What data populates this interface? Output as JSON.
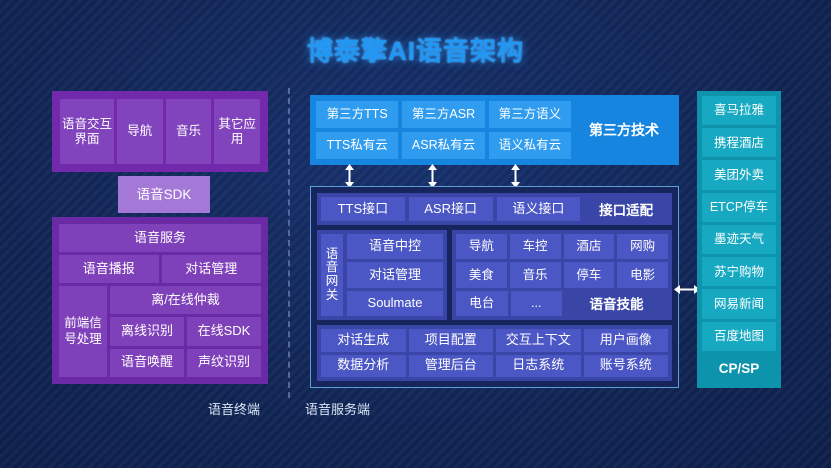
{
  "title": "博泰擎AI语音架构",
  "colors": {
    "background": "#0d1b45",
    "title": "#2196f3",
    "terminal_purple": "#7229ac",
    "terminal_cell": "#8244bd",
    "sdk": "#a478d6",
    "third_party_blue": "#1685e0",
    "third_party_cell": "#2f9cf0",
    "server_container": "#16265c",
    "server_group": "#3a45a8",
    "server_cell": "#4b57c4",
    "cpsp_teal": "#0d93ab",
    "cpsp_cell": "#17a9c2"
  },
  "terminal": {
    "caption": "语音终端",
    "apps": [
      {
        "label": "语音交互界面"
      },
      {
        "label": "导航"
      },
      {
        "label": "音乐"
      },
      {
        "label": "其它应用"
      }
    ],
    "sdk": "语音SDK",
    "service": {
      "header": "语音服务",
      "row2": [
        "语音播报",
        "对话管理"
      ],
      "frontend": "前端信号处理",
      "arbitration": "离/在线仲裁",
      "row_a": [
        "离线识别",
        "在线SDK"
      ],
      "row_b": [
        "语音唤醒",
        "声纹识别"
      ]
    }
  },
  "server": {
    "caption": "语音服务端",
    "third_party": {
      "label": "第三方技术",
      "row1": [
        "第三方TTS",
        "第三方ASR",
        "第三方语义"
      ],
      "row2": [
        "TTS私有云",
        "ASR私有云",
        "语义私有云"
      ]
    },
    "interface": {
      "label": "接口适配",
      "items": [
        "TTS接口",
        "ASR接口",
        "语义接口"
      ]
    },
    "gateway": {
      "label": "语音网关",
      "items": [
        "语音中控",
        "对话管理",
        "Soulmate"
      ]
    },
    "skills": {
      "label": "语音技能",
      "row1": [
        "导航",
        "车控",
        "酒店",
        "网购"
      ],
      "row2": [
        "美食",
        "音乐",
        "停车",
        "电影"
      ],
      "row3": [
        "电台",
        "..."
      ]
    },
    "platform": {
      "row1": [
        "对话生成",
        "项目配置",
        "交互上下文",
        "用户画像"
      ],
      "row2": [
        "数据分析",
        "管理后台",
        "日志系统",
        "账号系统"
      ]
    }
  },
  "cpsp": {
    "label": "CP/SP",
    "items": [
      "喜马拉雅",
      "携程酒店",
      "美团外卖",
      "ETCP停车",
      "墨迹天气",
      "苏宁购物",
      "网易新闻",
      "百度地图"
    ]
  }
}
